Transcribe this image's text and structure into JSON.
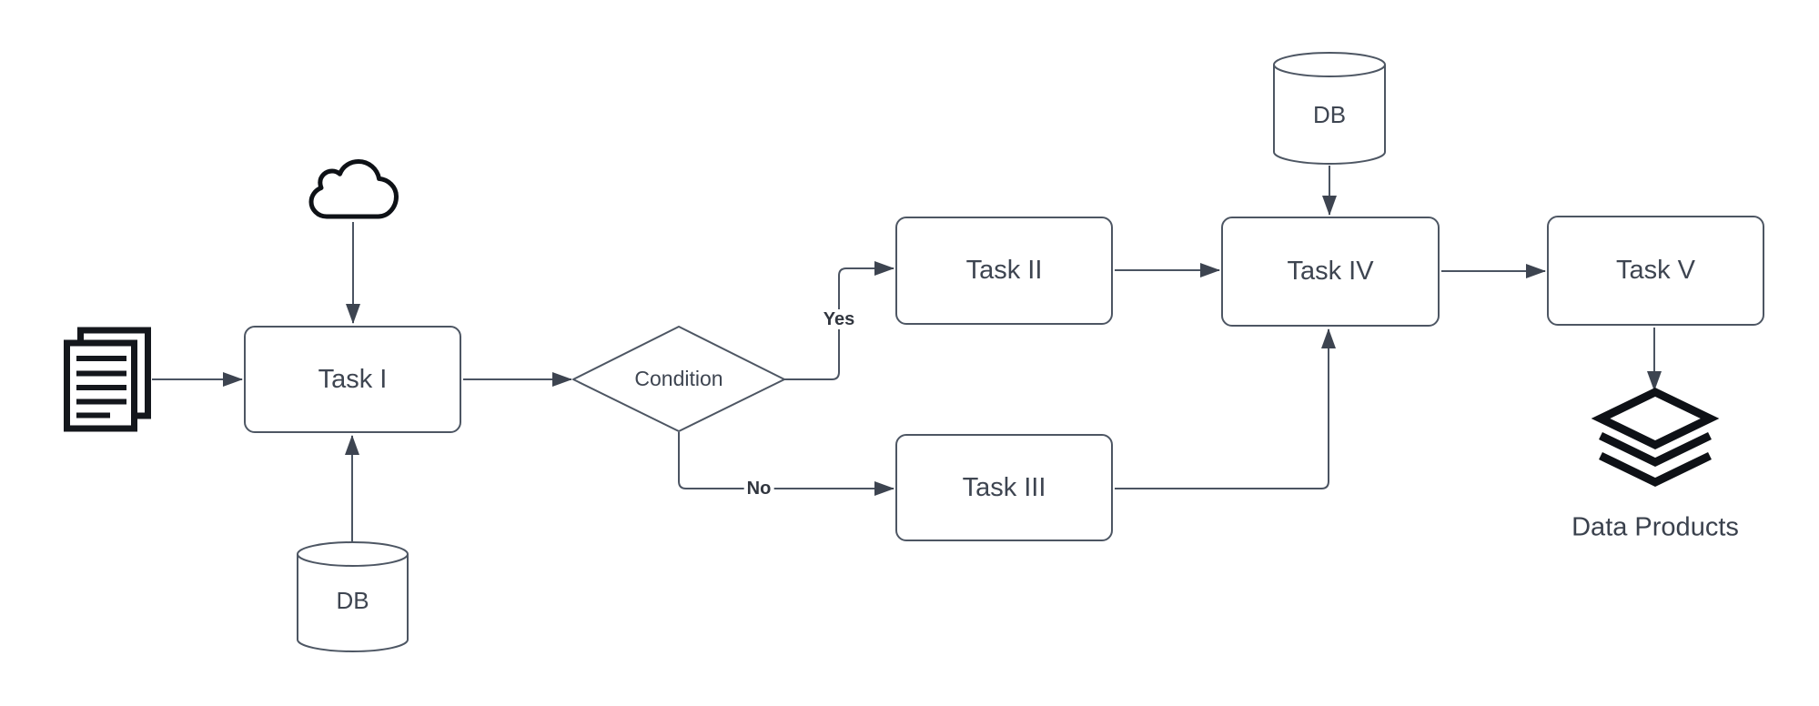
{
  "diagram": {
    "background": "#ffffff",
    "colors": {
      "shape_stroke": "#4d5663",
      "connector": "#4b5462",
      "arrowhead": "#3d4450",
      "node_label_text": "#3e4551",
      "branch_label_text": "#31363f",
      "icon_black": "#0e1116"
    },
    "nodes": {
      "task1": {
        "label": "Task I"
      },
      "task2": {
        "label": "Task II"
      },
      "task3": {
        "label": "Task III"
      },
      "task4": {
        "label": "Task IV"
      },
      "task5": {
        "label": "Task V"
      },
      "condition": {
        "label": "Condition"
      },
      "db_input": {
        "label": "DB"
      },
      "db_reference": {
        "label": "DB"
      },
      "data_products": {
        "label": "Data Products"
      }
    },
    "branch_labels": {
      "yes": "Yes",
      "no": "No"
    }
  }
}
